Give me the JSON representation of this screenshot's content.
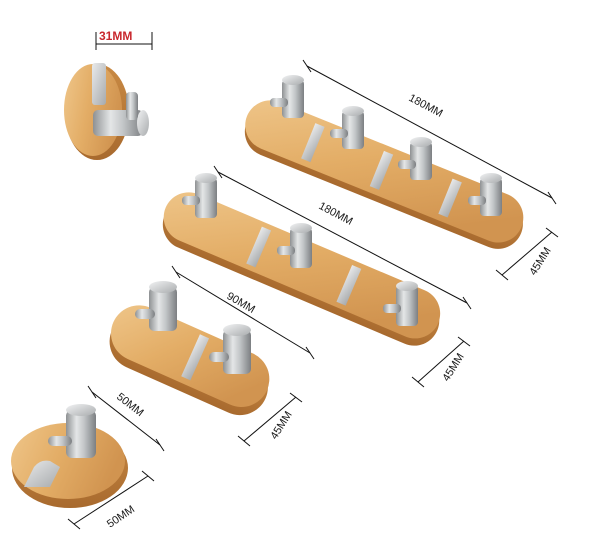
{
  "dimensions": {
    "single_width": "31MM",
    "rack4_length": "180MM",
    "rack4_height": "45MM",
    "rack3_length": "180MM",
    "rack3_height": "45MM",
    "rack2_length": "90MM",
    "rack2_height": "45MM",
    "round_top": "50MM",
    "round_bottom": "50MM"
  },
  "colors": {
    "bamboo_light": "#e7b875",
    "bamboo_dark": "#c9894a",
    "steel": "#c9cbcd",
    "dimension_red": "#c8272d"
  },
  "products": [
    {
      "name": "single-hook",
      "hooks": 1
    },
    {
      "name": "four-hook-rack",
      "hooks": 4
    },
    {
      "name": "three-hook-rack",
      "hooks": 3
    },
    {
      "name": "two-hook-rack",
      "hooks": 2
    },
    {
      "name": "round-hook",
      "hooks": 1
    }
  ]
}
